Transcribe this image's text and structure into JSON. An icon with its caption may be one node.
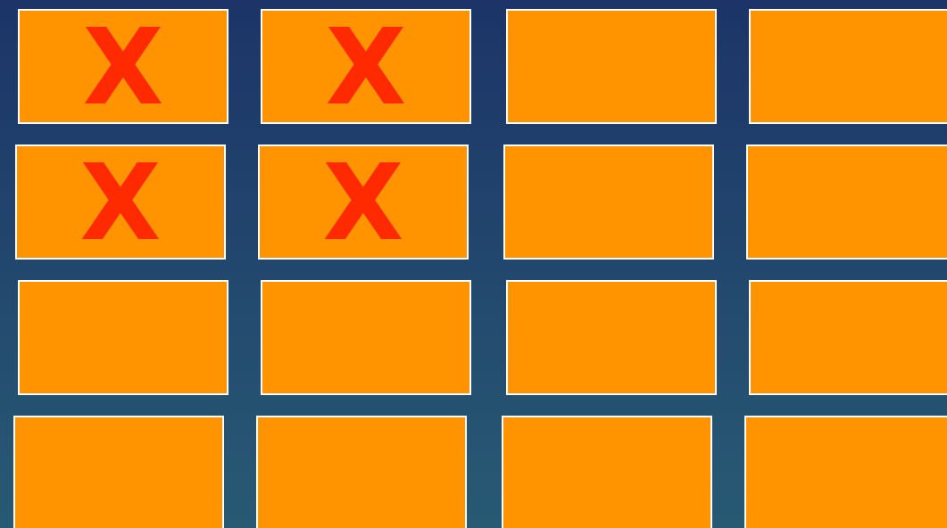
{
  "diagram": {
    "nodes": [
      {
        "text": [
          "X"
        ]
      },
      {
        "text": [
          "X"
        ]
      },
      {
        "text": [],
        "shape": "box"
      },
      {
        "text": [],
        "shape": "box"
      },
      {
        "text": [
          "X"
        ]
      },
      {
        "text": [
          "X"
        ]
      },
      {
        "text": [],
        "shape": "box"
      },
      {
        "text": [],
        "shape": "box"
      },
      {
        "text": [],
        "shape": "box"
      },
      {
        "text": [],
        "shape": "box"
      },
      {
        "text": [],
        "shape": "box"
      },
      {
        "text": [],
        "shape": "box"
      },
      {
        "text": [],
        "shape": "box"
      },
      {
        "text": [],
        "shape": "box"
      },
      {
        "text": [],
        "shape": "box"
      },
      {
        "text": [],
        "shape": "box"
      }
    ]
  }
}
